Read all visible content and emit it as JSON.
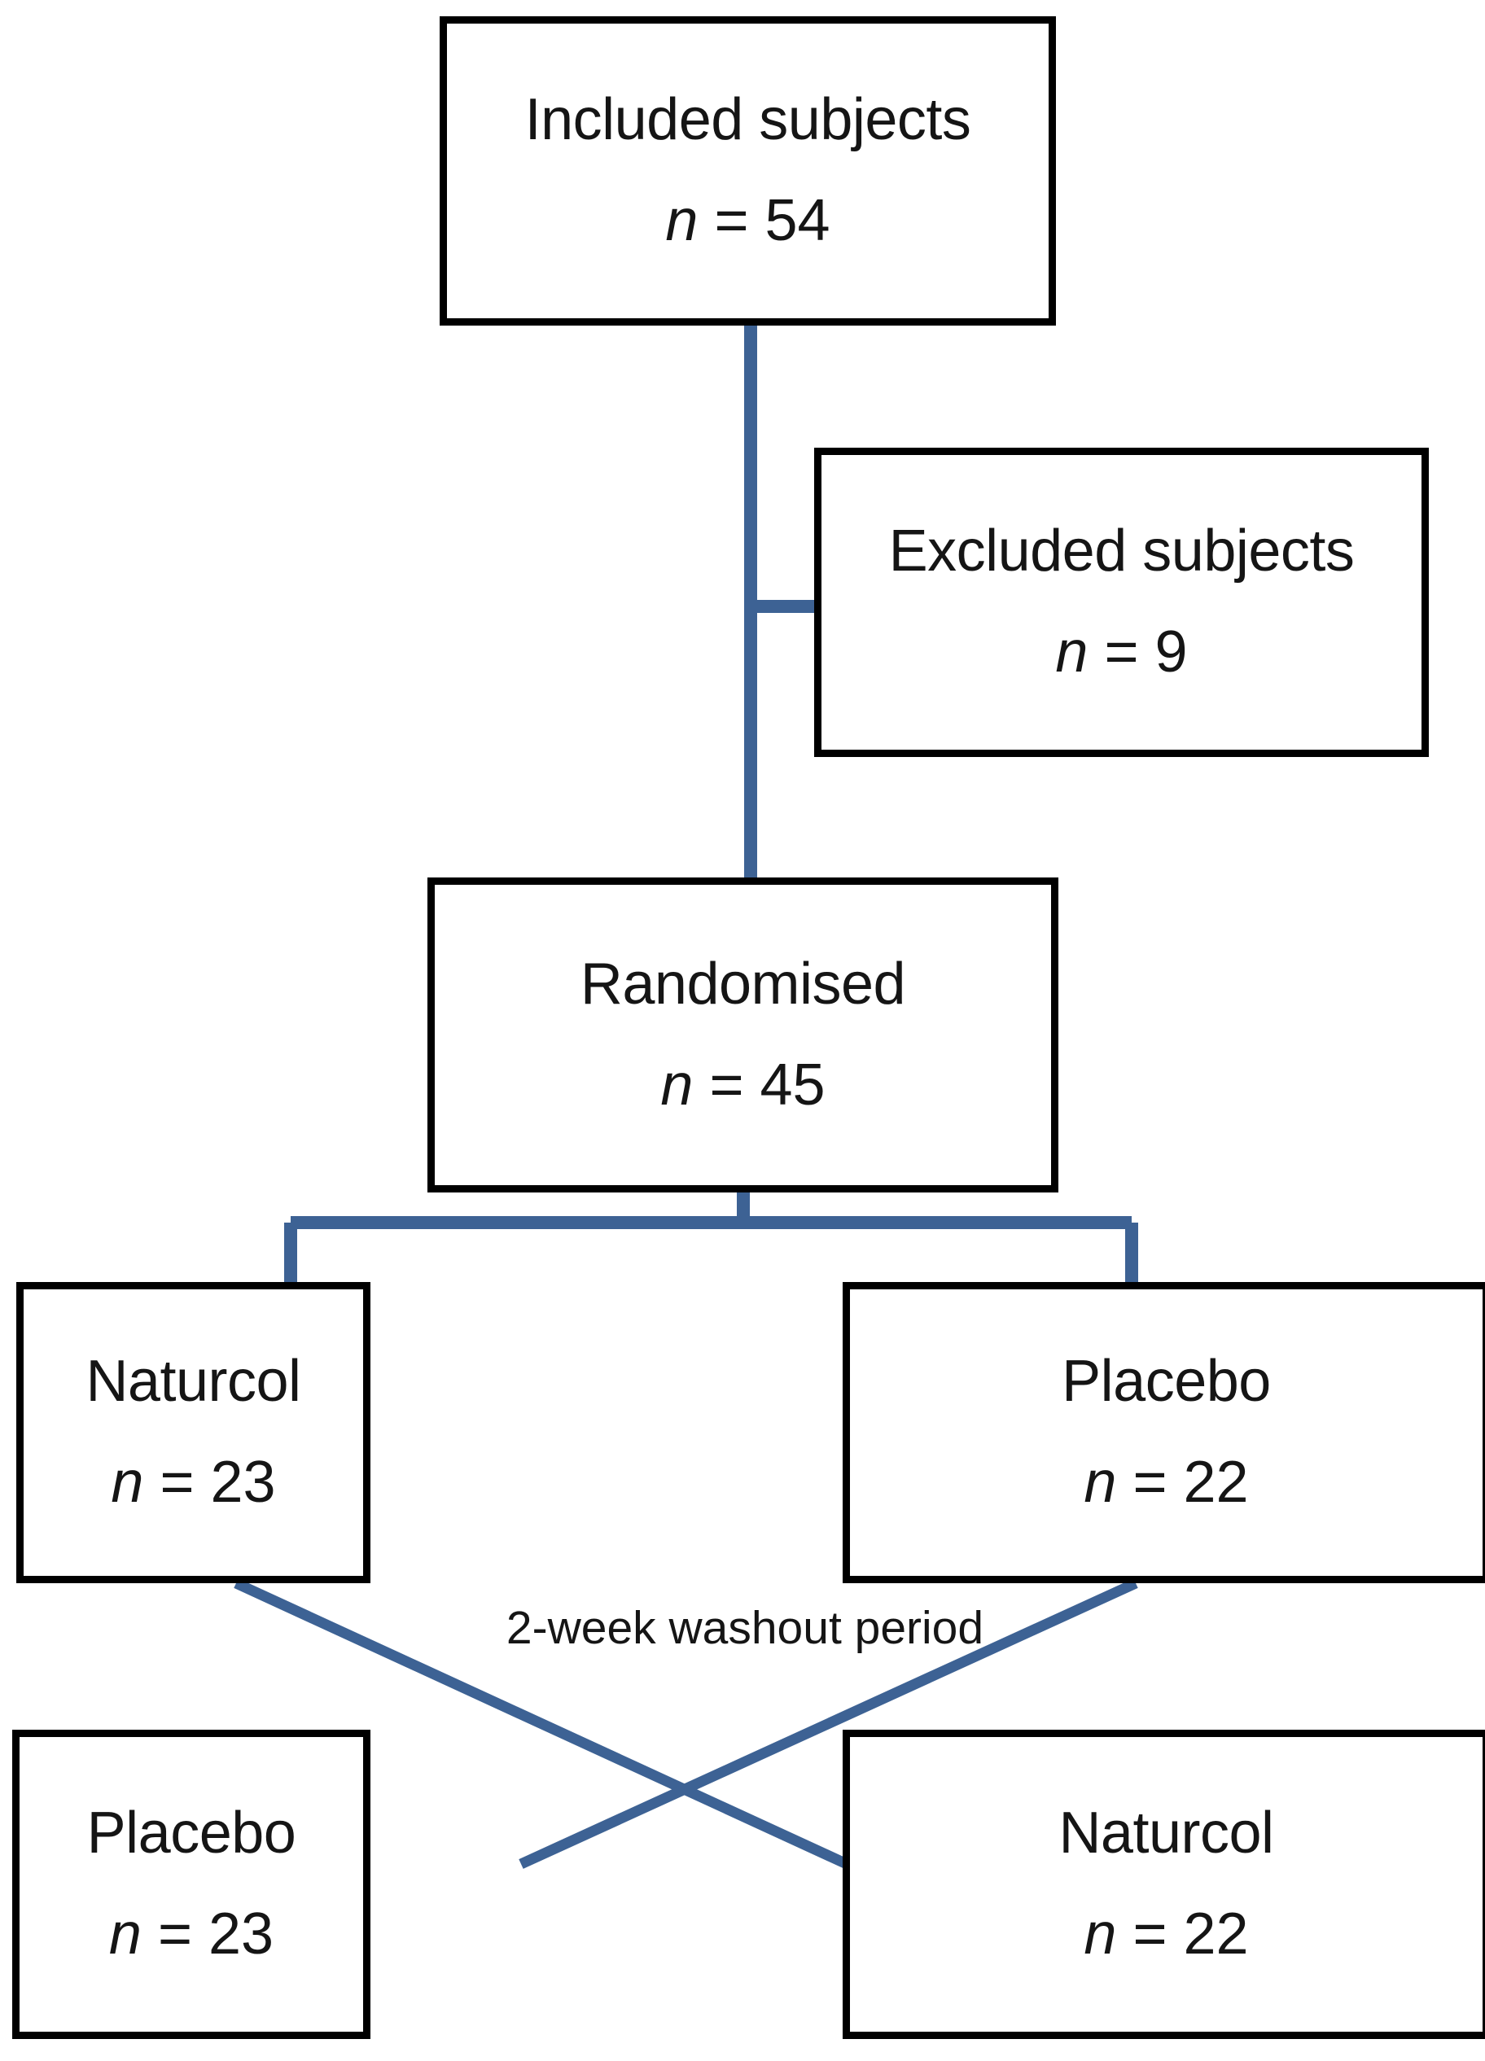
{
  "diagram": {
    "type": "consort-flow-diagram",
    "accent_color": "#3D6294",
    "box_border_color": "#000000",
    "text_color": "#151515",
    "background_color": "#FFFFFF",
    "nodes": [
      {
        "id": "included",
        "label": "Included subjects",
        "count": "n = 54",
        "n_symbol": "n",
        "n_value": "54"
      },
      {
        "id": "excluded",
        "label": "Excluded subjects",
        "count": "n = 9",
        "n_symbol": "n",
        "n_value": "9"
      },
      {
        "id": "randomised",
        "label": "Randomised",
        "count": "n = 45",
        "n_symbol": "n",
        "n_value": "45"
      },
      {
        "id": "arm1-a",
        "label": "Naturcol",
        "count": "n = 23",
        "n_symbol": "n",
        "n_value": "23"
      },
      {
        "id": "arm1-b",
        "label": "Placebo",
        "count": "n = 22",
        "n_symbol": "n",
        "n_value": "22"
      },
      {
        "id": "arm2-a",
        "label": "Placebo",
        "count": "n = 23",
        "n_symbol": "n",
        "n_value": "23"
      },
      {
        "id": "arm2-b",
        "label": "Naturcol",
        "count": "n = 22",
        "n_symbol": "n",
        "n_value": "22"
      }
    ],
    "annotations": [
      {
        "id": "washout",
        "text": "2-week washout period"
      }
    ]
  }
}
